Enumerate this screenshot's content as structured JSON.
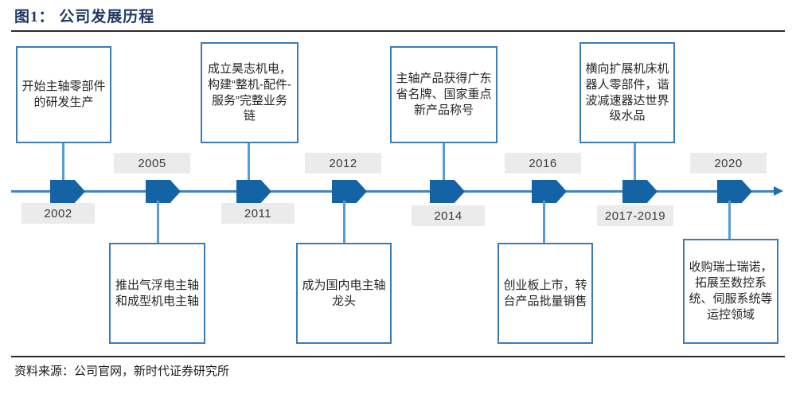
{
  "figure": {
    "title": "图1： 公司发展历程",
    "source": "资料来源：公司官网，新时代证券研究所"
  },
  "colors": {
    "title": "#1f3864",
    "axis": "#3d85c6",
    "marker": "#1464a5",
    "box_border": "#3a7cb8",
    "badge_bg": "#ebebeb",
    "stem": "#5b9bd5"
  },
  "timeline": {
    "milestones": [
      {
        "year": "2002",
        "year_position": "below",
        "event": "开始主轴零部件的研发生产",
        "event_position": "above"
      },
      {
        "year": "2005",
        "year_position": "above",
        "event": "推出气浮电主轴和成型机电主轴",
        "event_position": "below"
      },
      {
        "year": "2011",
        "year_position": "below",
        "event": "成立昊志机电，构建“整机-配件-服务”完整业务链",
        "event_position": "above"
      },
      {
        "year": "2012",
        "year_position": "above",
        "event": "成为国内电主轴龙头",
        "event_position": "below"
      },
      {
        "year": "2014",
        "year_position": "below",
        "event": "主轴产品获得广东省名牌、国家重点新产品称号",
        "event_position": "above"
      },
      {
        "year": "2016",
        "year_position": "above",
        "event": "创业板上市，转台产品批量销售",
        "event_position": "below"
      },
      {
        "year": "2017-2019",
        "year_position": "below",
        "event": "横向扩展机床机器人零部件，谐波减速器达世界级水品",
        "event_position": "above"
      },
      {
        "year": "2020",
        "year_position": "above",
        "event": "收购瑞士瑞诺，拓展至数控系统、伺服系统等运控领域",
        "event_position": "below"
      }
    ]
  }
}
